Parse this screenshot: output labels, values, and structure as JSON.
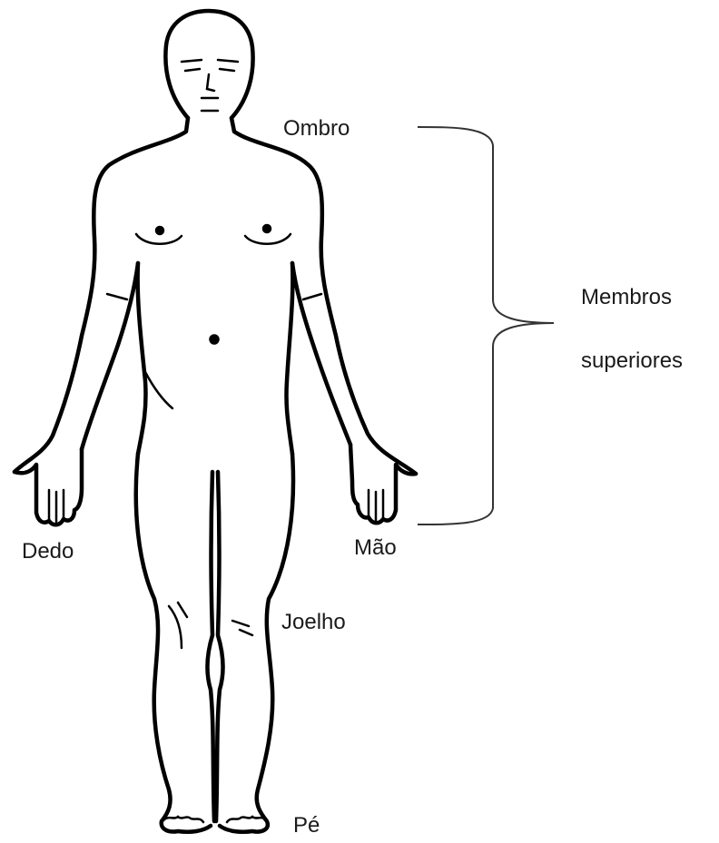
{
  "labels": {
    "shoulder": "Ombro",
    "upper_limbs_line1": "Membros",
    "upper_limbs_line2": "superiores",
    "finger": "Dedo",
    "hand": "Mão",
    "knee": "Joelho",
    "foot": "Pé"
  },
  "colors": {
    "outline": "#000000",
    "bracket": "#333333",
    "text": "#1a1a1a",
    "background": "#ffffff"
  }
}
